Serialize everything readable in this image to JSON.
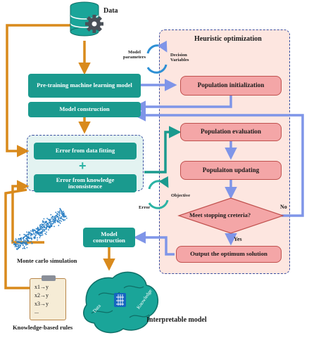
{
  "data_label": "Data",
  "heuristic": {
    "title": "Heuristic optimization",
    "population_initialization": "Population initialization",
    "population_evaluation": "Population evaluation",
    "population_updating": "Populaiton updating",
    "stopping_criteria": "Meet stopping creteria?",
    "output_solution": "Output the optimum solution",
    "yes_label": "Yes",
    "no_label": "No"
  },
  "loop_top": {
    "left_label": "Model parameters",
    "right_label": "Decision Variables"
  },
  "loop_mid": {
    "left_label": "Error",
    "right_label": "Objective"
  },
  "left_flow": {
    "pretraining": "Pre-training machine learning model",
    "model_construction": "Model construction",
    "error_data_fitting": "Error from data fitting",
    "plus": "+",
    "error_knowledge": "Error from knowledge inconsistence",
    "model_construction_2": "Model construction"
  },
  "monte_carlo_label": "Monte carlo simulation",
  "rules": {
    "lines": [
      "x1→y",
      "x2→y",
      "x3→y",
      "..."
    ],
    "label": "Knowledge-based rules"
  },
  "brain": {
    "data_word": "Data",
    "knowledge_word": "Knowledge",
    "label": "Interpretable model"
  },
  "colors": {
    "teal": "#1a9a8e",
    "pink_fill": "#f4a6a7",
    "orange_arrow": "#d98a1c",
    "blue_arrow": "#7f95e8",
    "heuristic_bg": "#fde6e0",
    "error_bg": "#e3f3f1"
  }
}
